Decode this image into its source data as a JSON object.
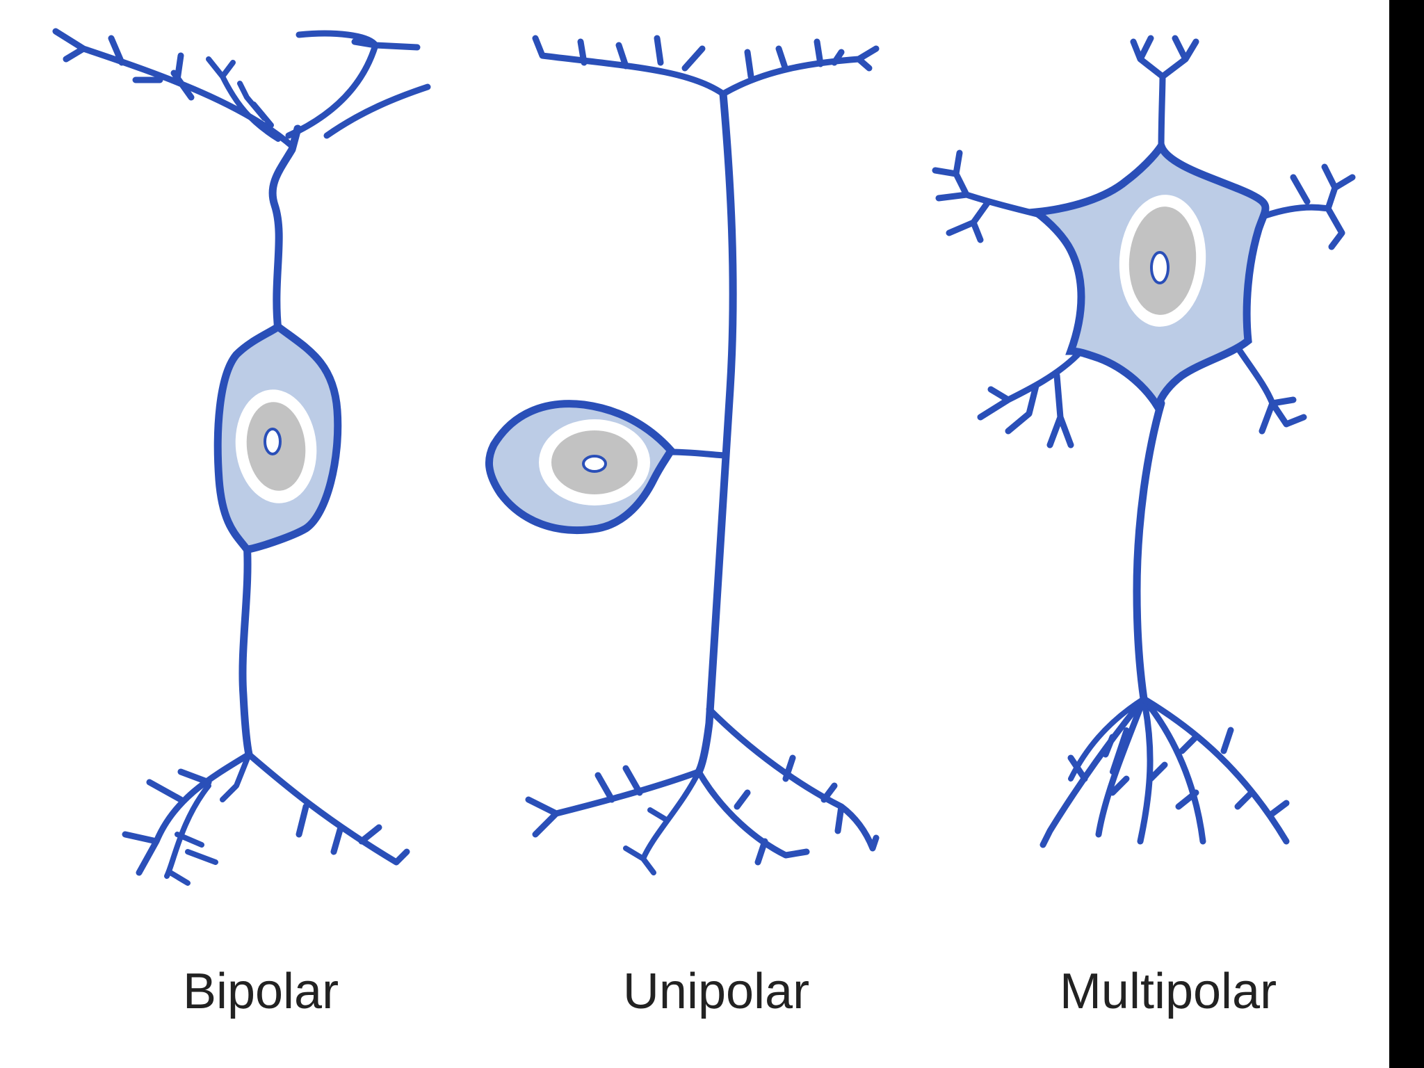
{
  "labels": {
    "bipolar": "Bipolar",
    "unipolar": "Unipolar",
    "multipolar": "Multipolar"
  },
  "colors": {
    "stroke": "#2a4fb8",
    "cytoplasm": "#bccce6",
    "nucleus_ring": "#ffffff",
    "nucleus": "#c2c2c2",
    "background": "#ffffff",
    "border": "#000000"
  }
}
